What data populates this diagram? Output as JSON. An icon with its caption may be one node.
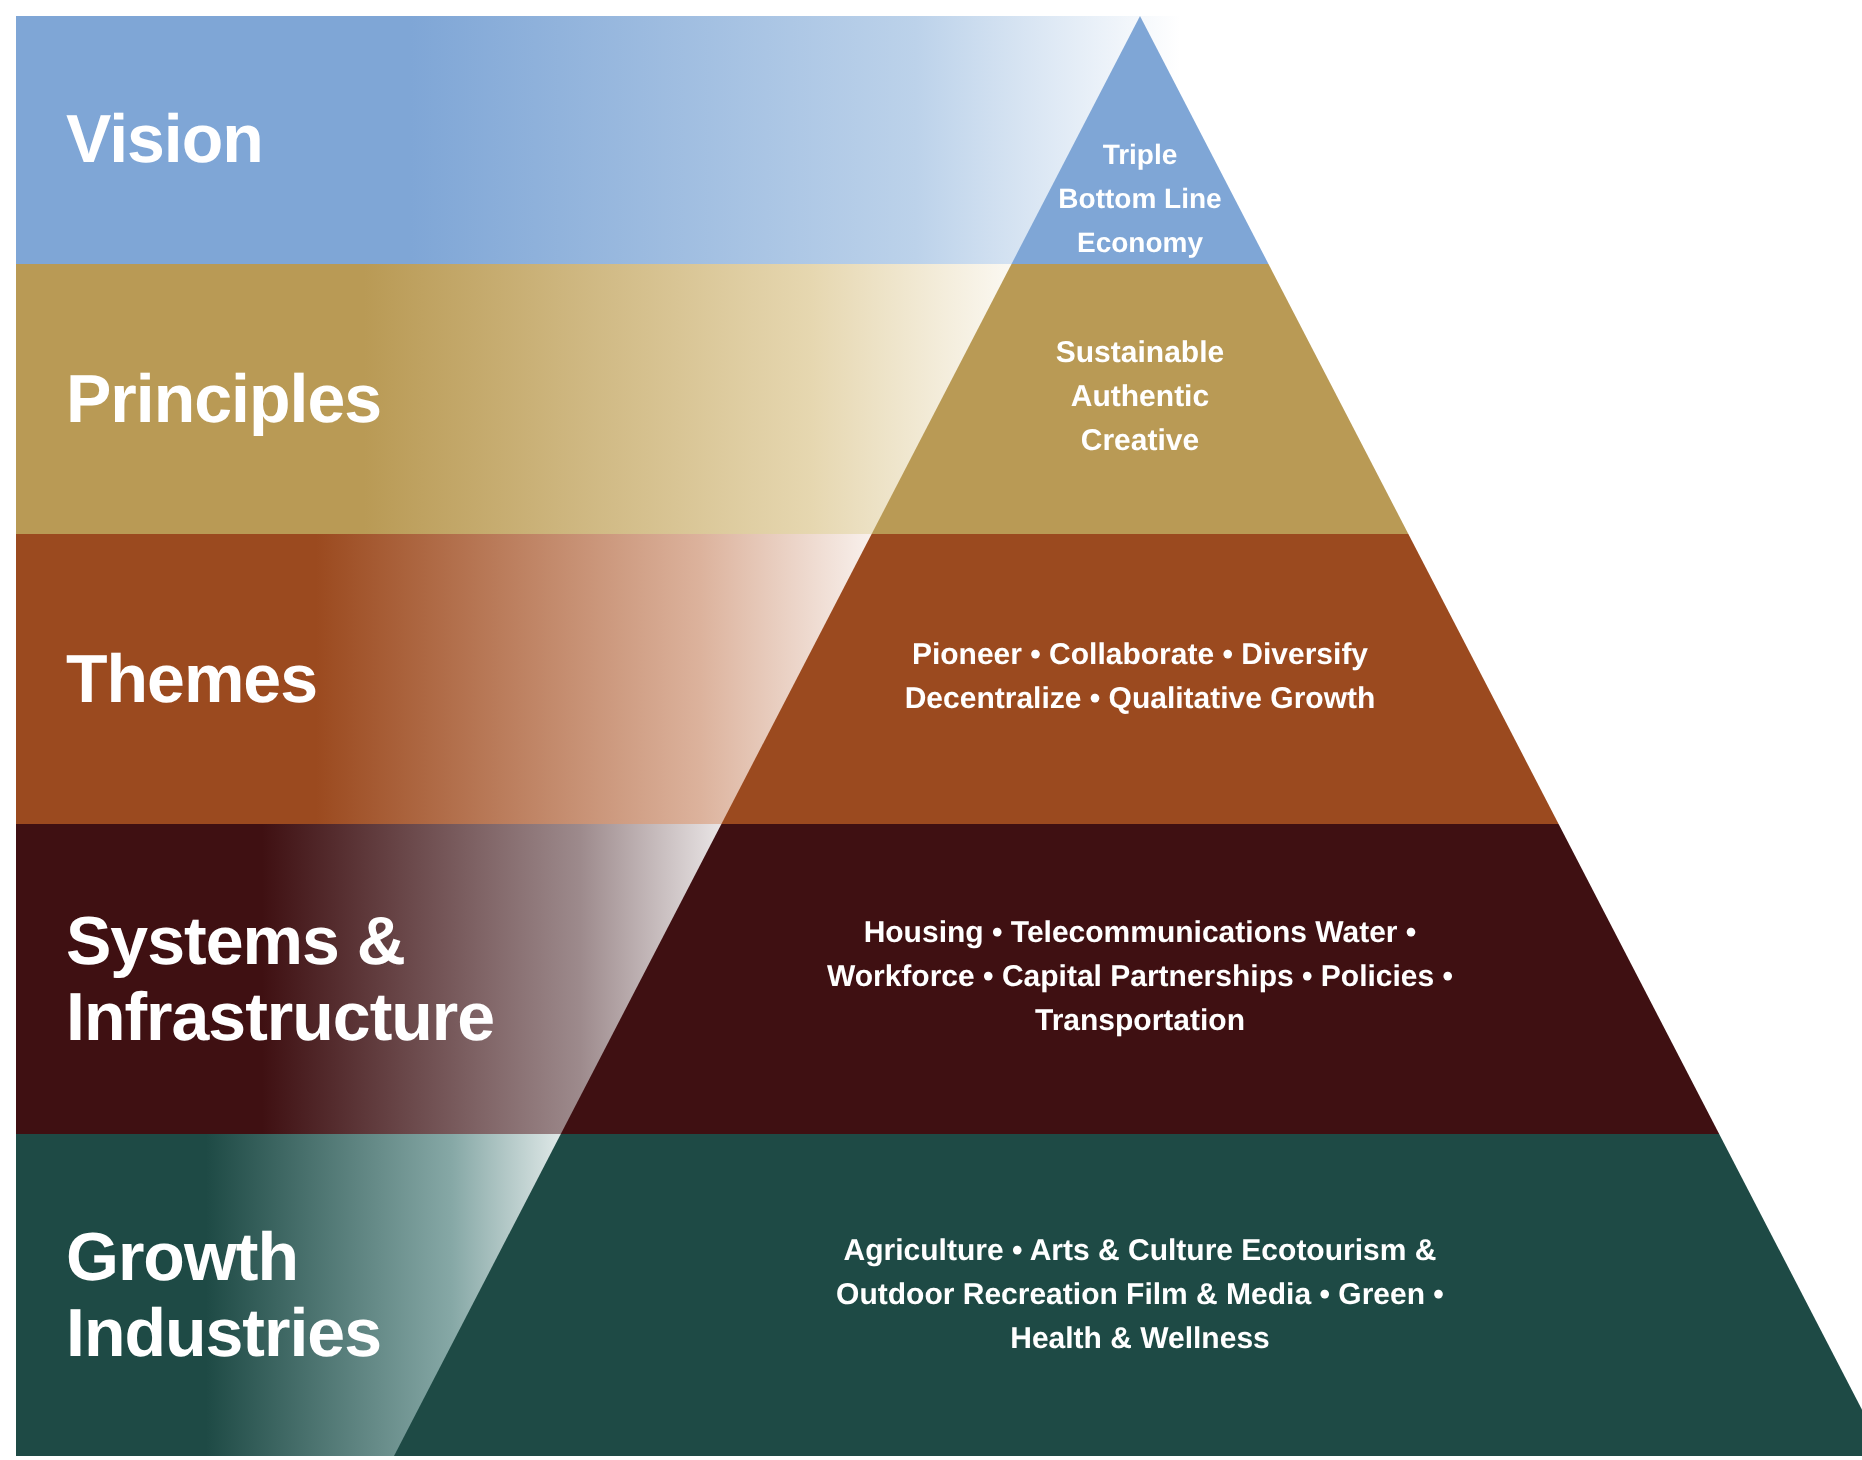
{
  "diagram": {
    "nodes": [
      {
        "text": [
          "Vision",
          "Triple Bottom Line Economy"
        ]
      },
      {
        "text": [
          "Principles",
          "Sustainable Authentic Creative"
        ]
      },
      {
        "text": [
          "Themes",
          "Pioneer • Collaborate • Diversify Decentralize • Qualitative Growth"
        ]
      },
      {
        "text": [
          "Systems & Infrastructure",
          "Housing • Telecommunications Water • Workforce • Capital Partnerships • Policies • Transportation"
        ]
      },
      {
        "text": [
          "Growth Industries",
          "Agriculture • Arts & Culture Ecotourism & Outdoor Recreation Film & Media • Green • Health & Wellness"
        ]
      }
    ]
  }
}
